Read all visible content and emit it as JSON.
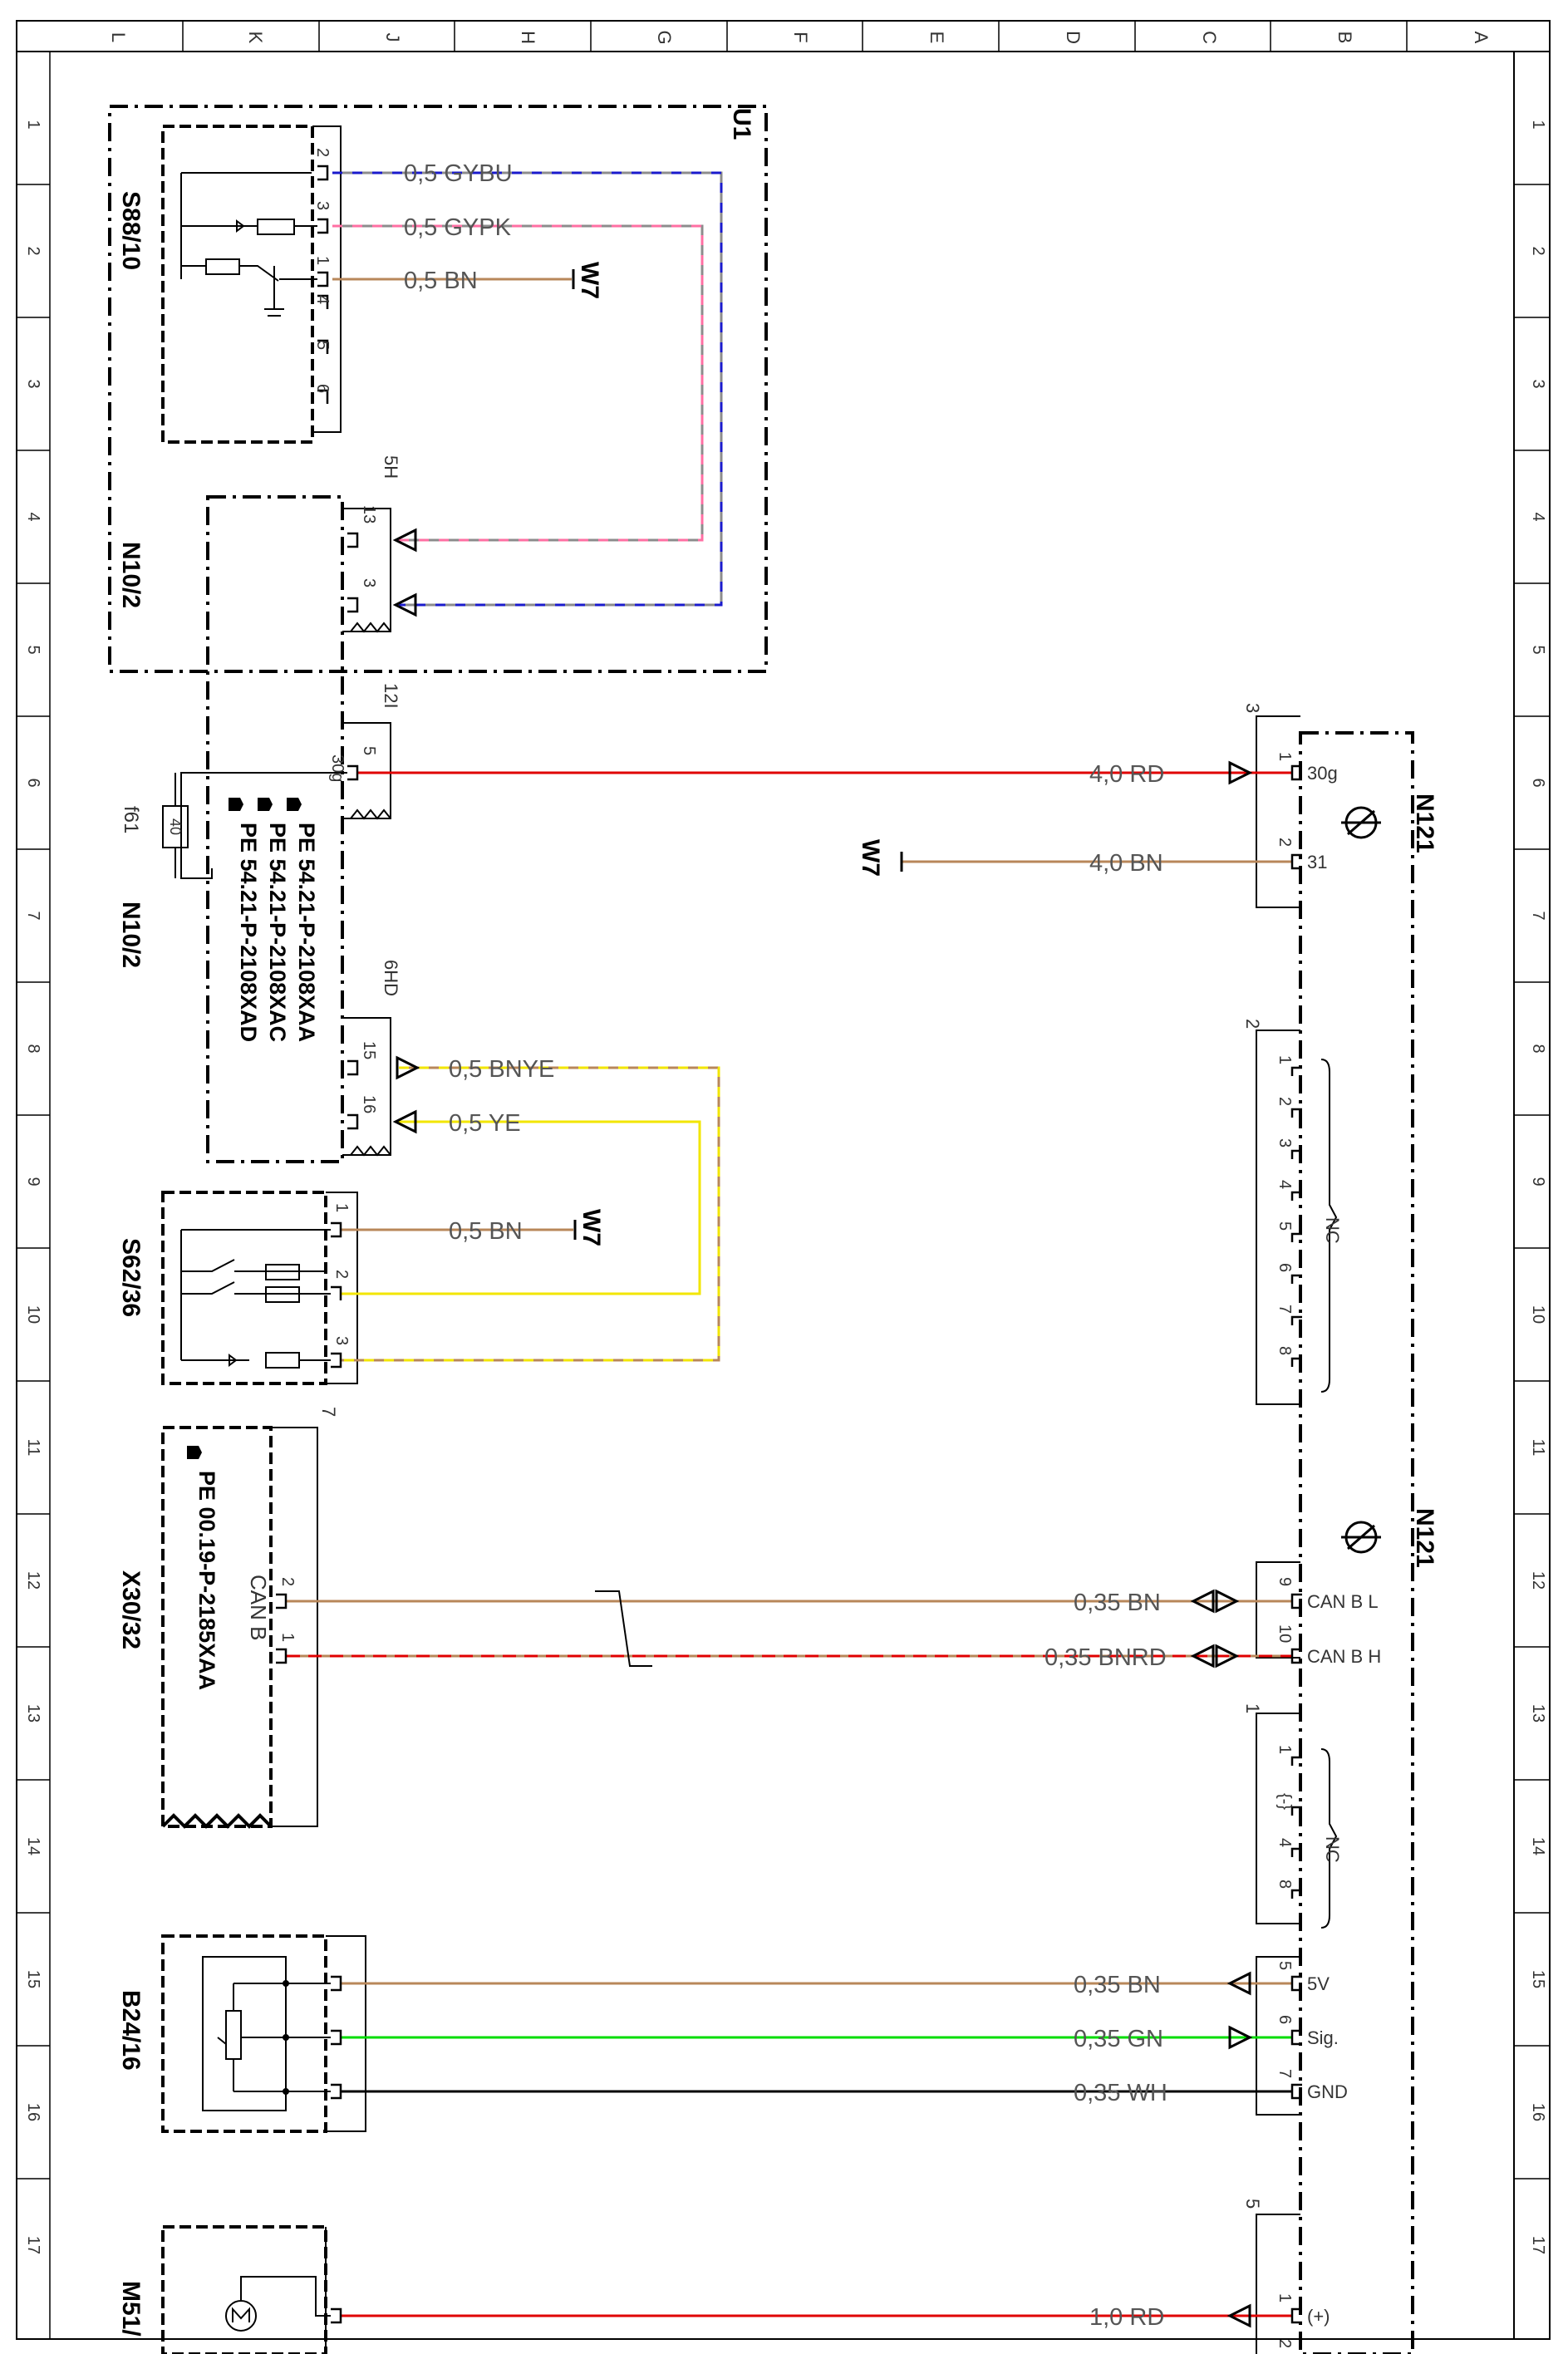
{
  "colors": {
    "RD": "#e00000",
    "BN": "#b8875a",
    "GYBU_a": "#1a1acc",
    "GYBU_b": "#8c8c8c",
    "GYPK_a": "#ff6fa3",
    "GYPK_b": "#8c8c8c",
    "YE": "#f2e600",
    "BNYE_b": "#b8875a",
    "GN": "#00dd00",
    "WH": "#000000",
    "BNRD_b": "#b8875a",
    "frame": "#000000"
  },
  "grid": {
    "rows": [
      "1",
      "2",
      "3",
      "4",
      "5",
      "6",
      "7",
      "8",
      "9",
      "10",
      "11",
      "12",
      "13",
      "14",
      "15",
      "16",
      "17"
    ],
    "cols": [
      "L",
      "K",
      "J",
      "H",
      "G",
      "F",
      "E",
      "D",
      "C",
      "B",
      "A"
    ]
  },
  "components": {
    "u1": "U1",
    "s88": "S88/10",
    "n10_top": "N10/2",
    "n10_bot": "N10/2",
    "f61": "f61",
    "f61_val": "40",
    "s62": "S62/36",
    "x30": "X30/32",
    "b24": "B24/16",
    "m51": "M51/",
    "n121_a": "N121",
    "n121_b": "N121",
    "w7": "W7"
  },
  "references": {
    "pe1": "PE 54.21-P-2108XAA",
    "pe2": "PE 54.21-P-2108XAC",
    "pe3": "PE 54.21-P-2108XAD",
    "pe4": "PE 00.19-P-2185XAA",
    "can_b": "CAN B"
  },
  "connectors": {
    "c5h": "5H",
    "c12i": "12I",
    "c6hd": "6HD",
    "c7": "7",
    "n121_c3": "3",
    "n121_c2": "2",
    "n121_c1": "1",
    "n121_c5": "5",
    "nc": "NC"
  },
  "wires": [
    {
      "gauge": "0,5 GYBU",
      "color": "GYBU"
    },
    {
      "gauge": "0,5 GYPK",
      "color": "GYPK"
    },
    {
      "gauge": "0,5 BN",
      "color": "BN"
    },
    {
      "gauge": "4,0 RD",
      "color": "RD"
    },
    {
      "gauge": "4,0 BN",
      "color": "BN"
    },
    {
      "gauge": "0,5 BNYE",
      "color": "BNYE"
    },
    {
      "gauge": "0,5 YE",
      "color": "YE"
    },
    {
      "gauge": "0,5 BN",
      "color": "BN"
    },
    {
      "gauge": "0,35 BN",
      "color": "BN"
    },
    {
      "gauge": "0,35 BNRD",
      "color": "BNRD"
    },
    {
      "gauge": "0,35 BN",
      "color": "BN"
    },
    {
      "gauge": "0,35 GN",
      "color": "GN"
    },
    {
      "gauge": "0,35 WH",
      "color": "WH"
    },
    {
      "gauge": "1,0 RD",
      "color": "RD"
    }
  ],
  "pins": {
    "s88": [
      "2",
      "3",
      "1",
      "4",
      "5",
      "6"
    ],
    "n10_5h": [
      "13",
      "3"
    ],
    "n10_12i": [
      "5",
      "30g"
    ],
    "n10_6hd": [
      "15",
      "16"
    ],
    "s62": [
      "1",
      "2",
      "3"
    ],
    "x30": [
      "2",
      "1"
    ],
    "n121_power": [
      "1",
      "30g",
      "2",
      "31"
    ],
    "n121_c2": [
      "1",
      "2",
      "3",
      "4",
      "5",
      "6",
      "7",
      "8"
    ],
    "n121_can": [
      "9",
      "CAN B L",
      "10",
      "CAN B H"
    ],
    "n121_c1": [
      "1",
      "{-}",
      "4",
      "8"
    ],
    "n121_sensor": [
      "5",
      "5V",
      "6",
      "Sig.",
      "7",
      "GND"
    ],
    "n121_motor": [
      "1",
      "(+)",
      "2"
    ]
  }
}
